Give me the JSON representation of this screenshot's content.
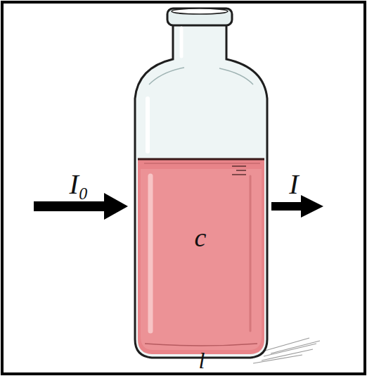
{
  "diagram": {
    "labels": [
      "I₀",
      "I",
      "c",
      "l"
    ]
  }
}
